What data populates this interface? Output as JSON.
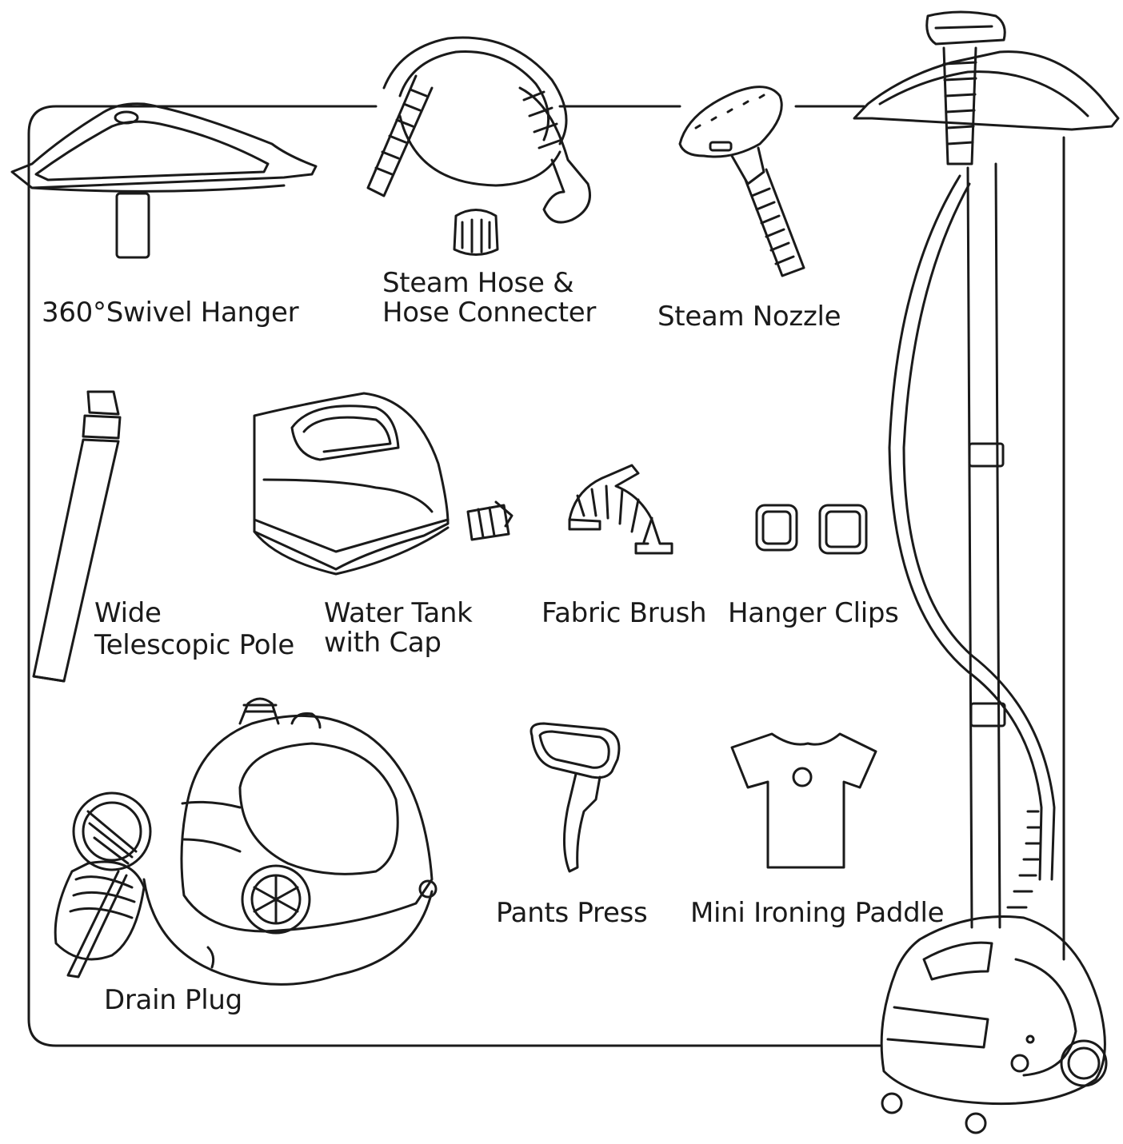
{
  "parts": [
    {
      "id": "swivel-hanger",
      "label": "360°Swivel Hanger"
    },
    {
      "id": "steam-hose",
      "label_line1": "Steam Hose &",
      "label_line2": "Hose Connecter"
    },
    {
      "id": "steam-nozzle",
      "label": "Steam Nozzle"
    },
    {
      "id": "telescopic-pole",
      "label_line1": "Wide",
      "label_line2": "Telescopic Pole"
    },
    {
      "id": "water-tank",
      "label_line1": "Water Tank",
      "label_line2": "with Cap"
    },
    {
      "id": "fabric-brush",
      "label": "Fabric Brush"
    },
    {
      "id": "hanger-clips",
      "label": "Hanger Clips"
    },
    {
      "id": "drain-plug",
      "label": "Drain Plug"
    },
    {
      "id": "pants-press",
      "label": "Pants Press"
    },
    {
      "id": "mini-ironing-paddle",
      "label": "Mini Ironing Paddle"
    }
  ],
  "colors": {
    "line": "#1a1a1a",
    "background": "#ffffff"
  }
}
